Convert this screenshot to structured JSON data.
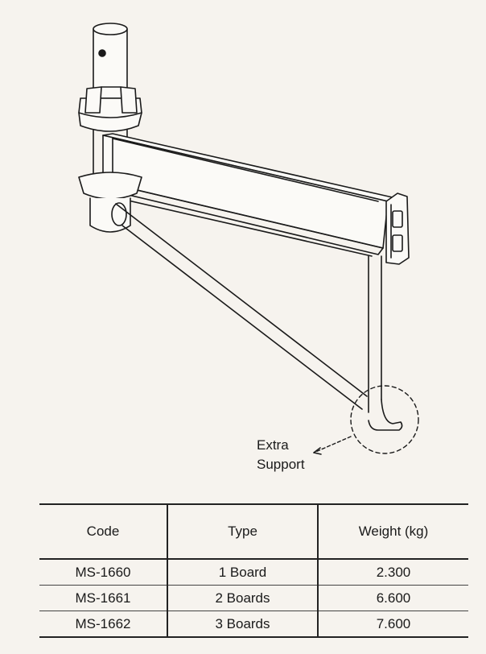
{
  "illustration": {
    "callout_label_line1": "Extra",
    "callout_label_line2": "Support"
  },
  "table": {
    "headers": [
      "Code",
      "Type",
      "Weight (kg)"
    ],
    "rows": [
      [
        "MS-1660",
        "1 Board",
        "2.300"
      ],
      [
        "MS-1661",
        "2 Boards",
        "6.600"
      ],
      [
        "MS-1662",
        "3 Boards",
        "7.600"
      ]
    ]
  }
}
